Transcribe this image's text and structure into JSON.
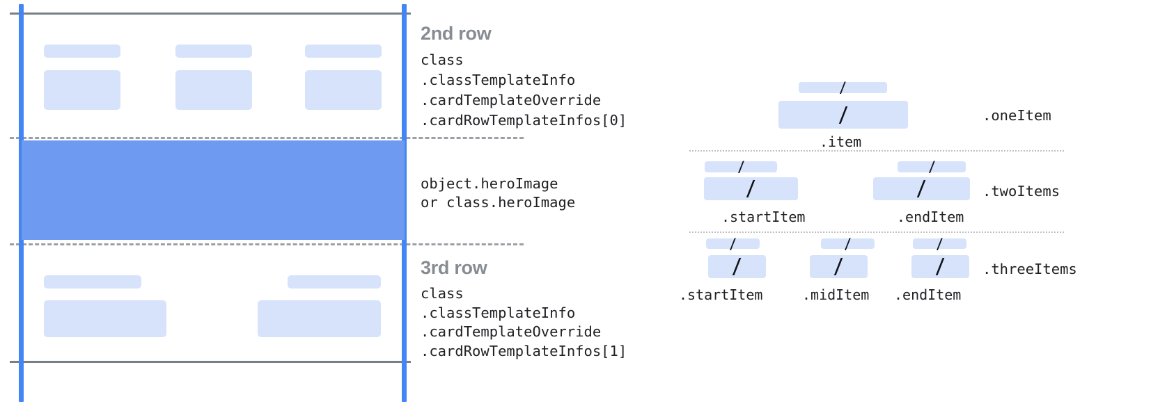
{
  "colors": {
    "accent_line": "#4285F4",
    "hero_fill": "#6e9bf1",
    "chip_fill": "#d7e3fb",
    "rule": "#787f86",
    "dashed_rule": "#9aa0a6",
    "dotted_rule": "#bdc1c6",
    "title_text": "#868c92",
    "body_text": "#202124"
  },
  "card_diagram": {
    "rows": [
      {
        "title": "2nd row",
        "code_lines": [
          "class",
          ".classTemplateInfo",
          ".cardTemplateOverride",
          ".cardRowTemplateInfos[0]"
        ],
        "columns": 3
      },
      {
        "title": "",
        "code_lines": [
          "object.heroImage",
          "or class.heroImage"
        ],
        "columns": 0
      },
      {
        "title": "3rd row",
        "code_lines": [
          "class",
          ".classTemplateInfo",
          ".cardTemplateOverride",
          ".cardRowTemplateInfos[1]"
        ],
        "columns": 2
      }
    ]
  },
  "item_diagram": {
    "groups": [
      {
        "group_label": ".oneItem",
        "items": [
          {
            "caption": ".item",
            "glyph": "/"
          }
        ]
      },
      {
        "group_label": ".twoItems",
        "items": [
          {
            "caption": ".startItem",
            "glyph": "/"
          },
          {
            "caption": ".endItem",
            "glyph": "/"
          }
        ]
      },
      {
        "group_label": ".threeItems",
        "items": [
          {
            "caption": ".startItem",
            "glyph": "/"
          },
          {
            "caption": ".midItem",
            "glyph": "/"
          },
          {
            "caption": ".endItem",
            "glyph": "/"
          }
        ]
      }
    ]
  }
}
